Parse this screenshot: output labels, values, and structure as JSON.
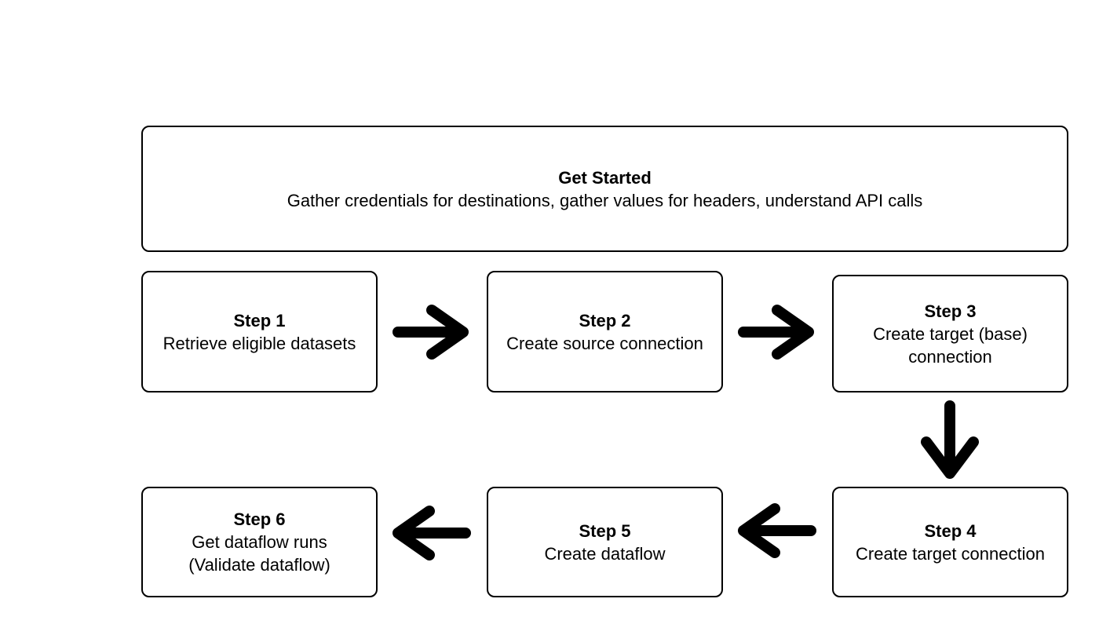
{
  "get_started": {
    "title": "Get Started",
    "description": "Gather credentials for destinations, gather values for headers, understand API calls"
  },
  "steps": [
    {
      "title": "Step 1",
      "lines": [
        "Retrieve eligible datasets"
      ]
    },
    {
      "title": "Step 2",
      "lines": [
        "Create source connection"
      ]
    },
    {
      "title": "Step 3",
      "lines": [
        "Create target (base)",
        "connection"
      ]
    },
    {
      "title": "Step 4",
      "lines": [
        "Create target connection"
      ]
    },
    {
      "title": "Step 5",
      "lines": [
        "Create dataflow"
      ]
    },
    {
      "title": "Step 6",
      "lines": [
        "Get dataflow runs",
        "(Validate dataflow)"
      ]
    }
  ],
  "arrows": [
    {
      "from": "Step 1",
      "to": "Step 2",
      "direction": "right"
    },
    {
      "from": "Step 2",
      "to": "Step 3",
      "direction": "right"
    },
    {
      "from": "Step 3",
      "to": "Step 4",
      "direction": "down"
    },
    {
      "from": "Step 4",
      "to": "Step 5",
      "direction": "left"
    },
    {
      "from": "Step 5",
      "to": "Step 6",
      "direction": "left"
    }
  ],
  "colors": {
    "stroke": "#000000",
    "background": "#ffffff"
  }
}
